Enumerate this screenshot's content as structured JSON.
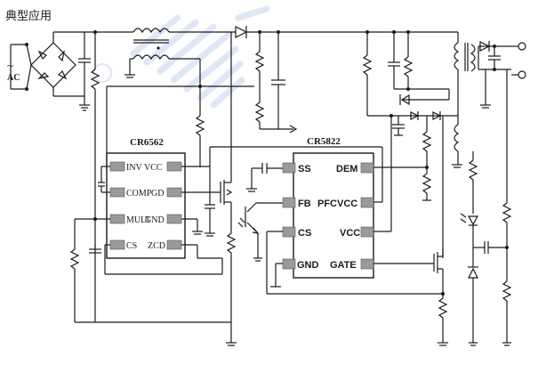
{
  "title": "典型应用",
  "ac_label": "AC",
  "ac_symbol": "~",
  "ic1": {
    "name": "CR6562",
    "pins_left": [
      "INV",
      "COMP",
      "MULT",
      "CS"
    ],
    "pins_right": [
      "VCC",
      "GD",
      "GND",
      "ZCD"
    ]
  },
  "ic2": {
    "name": "CR5822",
    "pins_left": [
      "SS",
      "FB",
      "CS",
      "GND"
    ],
    "pins_right": [
      "DEM",
      "PFCVCC",
      "VCC",
      "GATE"
    ]
  },
  "colors": {
    "wire": "#1a1a1a",
    "pin": "#9a9a9a",
    "watermark": "#c8d2ee"
  }
}
